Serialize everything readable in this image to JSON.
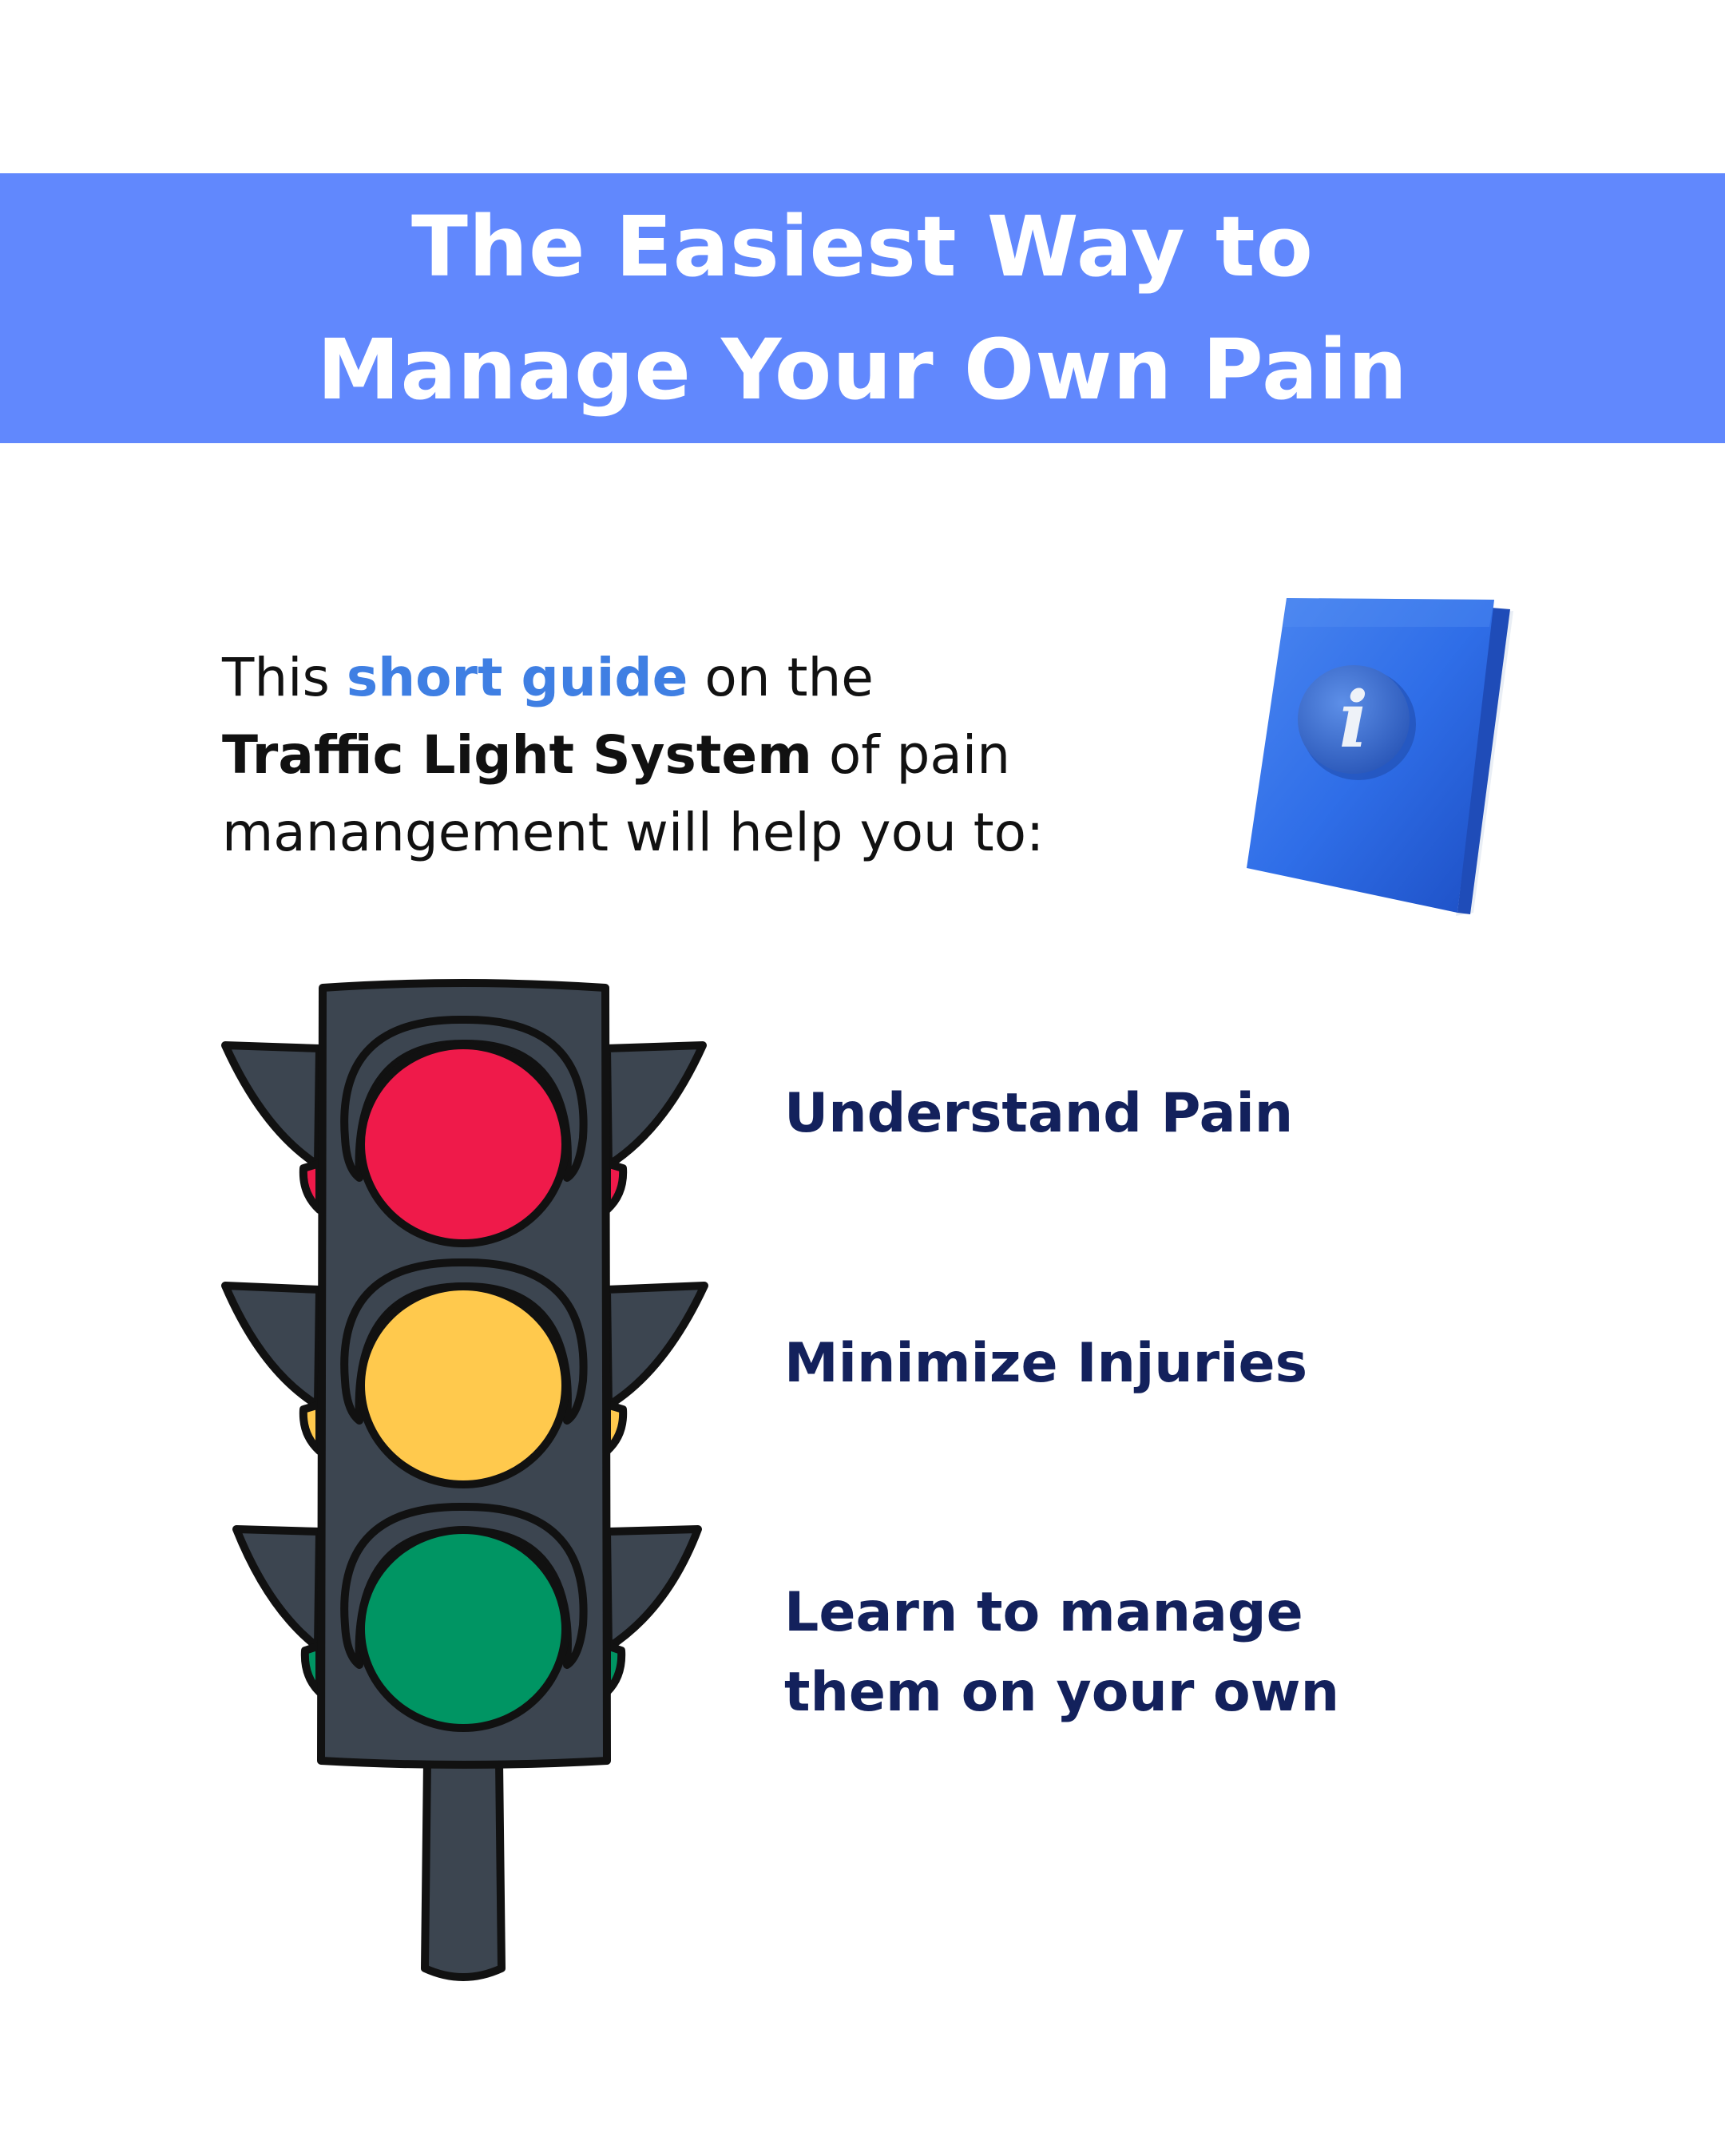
{
  "header": {
    "title_line1": "The Easiest Way to",
    "title_line2": "Manage Your Own Pain"
  },
  "intro": {
    "line1_pre": "This ",
    "line1_highlight": "short guide",
    "line1_post": " on the",
    "line2_bold": "Traffic Light System",
    "line2_post": " of pain",
    "line3": "manangement will help you to:"
  },
  "book_icon": {
    "icon": "info-book-icon",
    "glyph": "i"
  },
  "traffic_light": {
    "icon": "traffic-light-icon",
    "lights": [
      "red",
      "yellow",
      "green"
    ]
  },
  "benefits": [
    {
      "line1": "Understand Pain"
    },
    {
      "line1": "Minimize Injuries"
    },
    {
      "line1": "Learn to manage",
      "line2": "them on your own"
    }
  ],
  "colors": {
    "banner": "#6188fd",
    "highlight_text": "#3f7fe3",
    "benefit_text": "#13215c",
    "red_light": "#ef1a4a",
    "yellow_light": "#ffc94d",
    "green_light": "#009563",
    "light_housing": "#3c4550",
    "book_cover": "#2f6ee8"
  }
}
